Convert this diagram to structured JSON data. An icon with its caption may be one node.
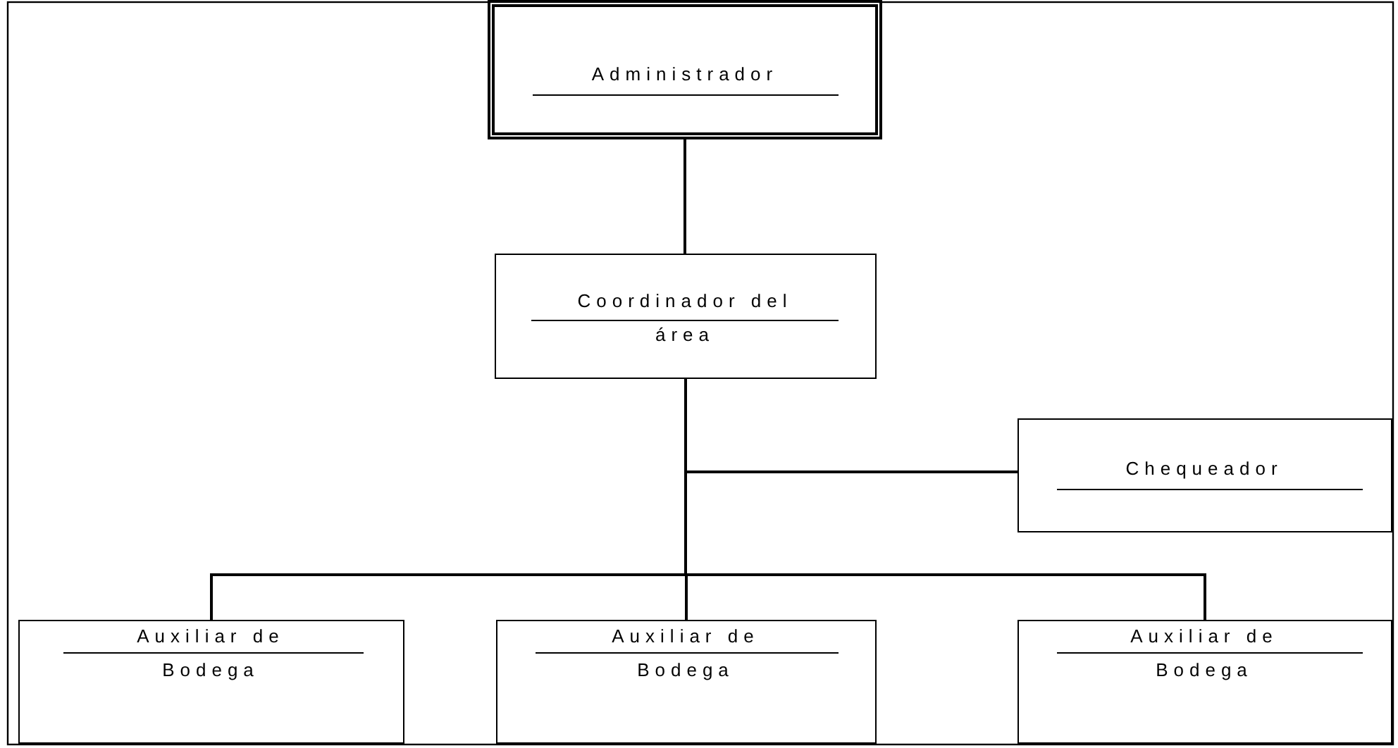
{
  "diagram": {
    "nodes": [
      {
        "text": [
          "Administrador"
        ]
      },
      {
        "text": [
          "Coordinador del área"
        ]
      },
      {
        "text": [
          "Chequeador"
        ]
      },
      {
        "text": [
          "Auxiliar de Bodega"
        ]
      },
      {
        "text": [
          "Auxiliar de Bodega"
        ]
      },
      {
        "text": [
          "Auxiliar de Bodega"
        ]
      }
    ],
    "edges": [
      {
        "from": 0,
        "to": 1,
        "arrow": "none"
      },
      {
        "from": 1,
        "to": 2,
        "arrow": "none"
      },
      {
        "from": 1,
        "to": 3,
        "arrow": "none"
      },
      {
        "from": 1,
        "to": 4,
        "arrow": "none"
      },
      {
        "from": 1,
        "to": 5,
        "arrow": "none"
      }
    ]
  }
}
